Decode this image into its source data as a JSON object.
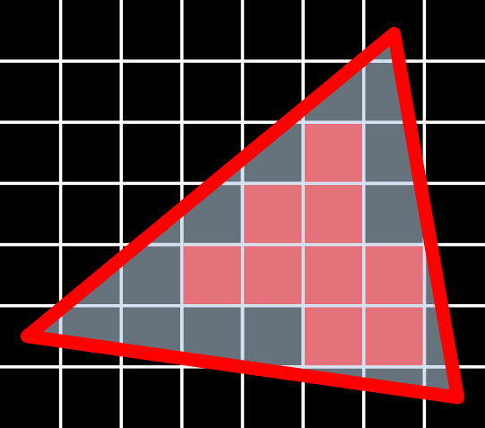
{
  "diagram": {
    "type": "triangle-rasterization",
    "grid": {
      "cols": 8,
      "rows": 7
    },
    "triangle_vertices_cells": [
      [
        0.45,
        5.5
      ],
      [
        6.5,
        0.55
      ],
      [
        7.55,
        6.5
      ]
    ],
    "inside_cells": [
      [
        6,
        1
      ],
      [
        4,
        2
      ],
      [
        5,
        2
      ],
      [
        6,
        2
      ],
      [
        3,
        3
      ],
      [
        4,
        3
      ],
      [
        5,
        3
      ],
      [
        6,
        3
      ],
      [
        2,
        4
      ],
      [
        3,
        4
      ],
      [
        4,
        4
      ],
      [
        5,
        4
      ],
      [
        6,
        4
      ],
      [
        7,
        4
      ],
      [
        1,
        5
      ],
      [
        2,
        5
      ],
      [
        3,
        5
      ],
      [
        4,
        5
      ],
      [
        5,
        5
      ],
      [
        6,
        5
      ],
      [
        7,
        5
      ],
      [
        5,
        6
      ],
      [
        6,
        6
      ]
    ],
    "highlighted_cells": [
      [
        5,
        2
      ],
      [
        4,
        3
      ],
      [
        5,
        3
      ],
      [
        3,
        4
      ],
      [
        4,
        4
      ],
      [
        5,
        4
      ],
      [
        6,
        4
      ],
      [
        5,
        5
      ],
      [
        6,
        5
      ]
    ],
    "colors": {
      "background": "#000000",
      "grid_line": "#ffffff",
      "grid_line_inside": "#d6e2f2",
      "triangle_fill": "#66737c",
      "highlight_fill": "#e5727b",
      "triangle_stroke": "#ff0000"
    }
  }
}
